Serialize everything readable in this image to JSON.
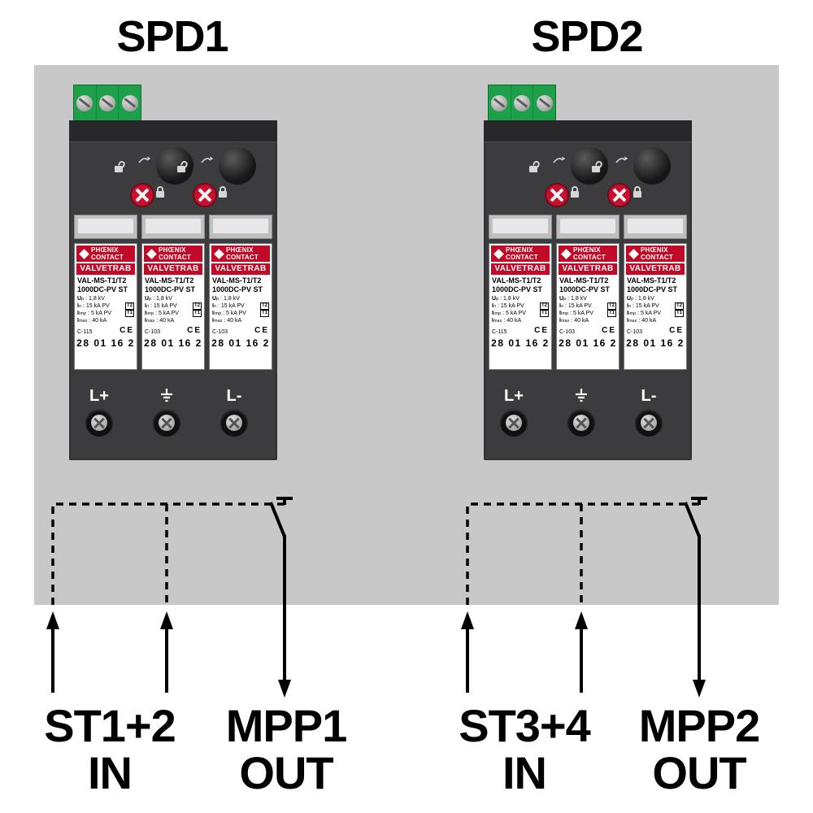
{
  "module_label": {
    "brand_line1": "PHŒNIX",
    "brand_line2": "CONTACT",
    "series": "VALVETRAB",
    "model_line1": "VAL-MS-T1/T2",
    "model_line2": "1000DC-PV ST",
    "specs": [
      {
        "sym": "U",
        "sub": "p",
        "val": ": 1,8 kV",
        "box": ""
      },
      {
        "sym": "I",
        "sub": "n",
        "val": ": 15 kA PV",
        "box": "T2"
      },
      {
        "sym": "I",
        "sub": "Imp",
        "val": ": 5  kA PV",
        "box": "T1"
      },
      {
        "sym": "I",
        "sub": "max",
        "val": ": 40 kA",
        "box": ""
      }
    ],
    "ce_mark": "CE",
    "order_code": "28 01 16 2"
  },
  "devices": [
    {
      "title": "SPD1",
      "terminal_left": "L+",
      "terminal_right": "L-",
      "cert_codes": [
        "C-115",
        "C-103",
        "C-103"
      ]
    },
    {
      "title": "SPD2",
      "terminal_left": "L+",
      "terminal_right": "L-",
      "cert_codes": [
        "C-115",
        "C-103",
        "C-103"
      ]
    }
  ],
  "connections": [
    {
      "label": "ST1+2",
      "sub": "IN",
      "direction": "up"
    },
    {
      "label": "MPP1",
      "sub": "OUT",
      "direction": "down"
    },
    {
      "label": "ST3+4",
      "sub": "IN",
      "direction": "up"
    },
    {
      "label": "MPP2",
      "sub": "OUT",
      "direction": "down"
    }
  ],
  "colors": {
    "panel_bg": "#c8c8c8",
    "device_body": "#3c3c3e",
    "brand_red": "#c10a27",
    "terminal_green": "#1ea04a",
    "label_bg": "#ffffff",
    "line": "#000000"
  }
}
